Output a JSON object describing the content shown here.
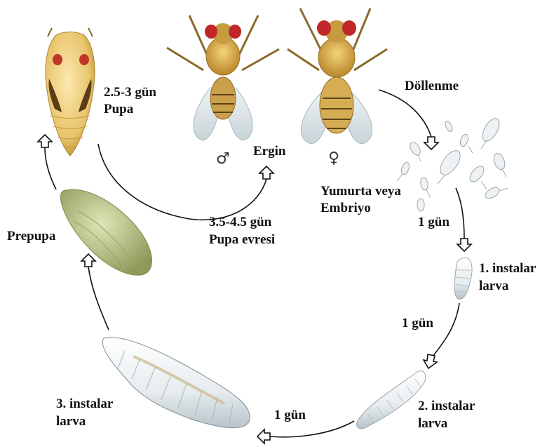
{
  "labels": {
    "pupa_duration": "2.5-3 gün",
    "pupa": "Pupa",
    "adult": "Ergin",
    "fertilization": "Döllenme",
    "egg": "Yumurta veya",
    "embryo": "Embriyo",
    "pupal_stage_duration": "3.5-4.5 gün",
    "pupal_stage": "Pupa evresi",
    "prepupa": "Prepupa",
    "egg_to_l1": "1 gün",
    "l1_line1": "1. instalar",
    "l1_line2": "larva",
    "l1_to_l2": "1 gün",
    "l2_line1": "2. instalar",
    "l2_line2": "larva",
    "l2_to_l3": "1 gün",
    "l3_line1": "3. instalar",
    "l3_line2": "larva"
  },
  "symbols": {
    "male": "♂",
    "female": "♀"
  },
  "colors": {
    "fly_body": "#d7a83c",
    "fly_eye": "#c0262a",
    "wing": "#cfd8dc",
    "pupa": "#e8c46a",
    "prepupa": "#b9c48a",
    "larva": "#eef2f4",
    "arrow": "#111111"
  }
}
